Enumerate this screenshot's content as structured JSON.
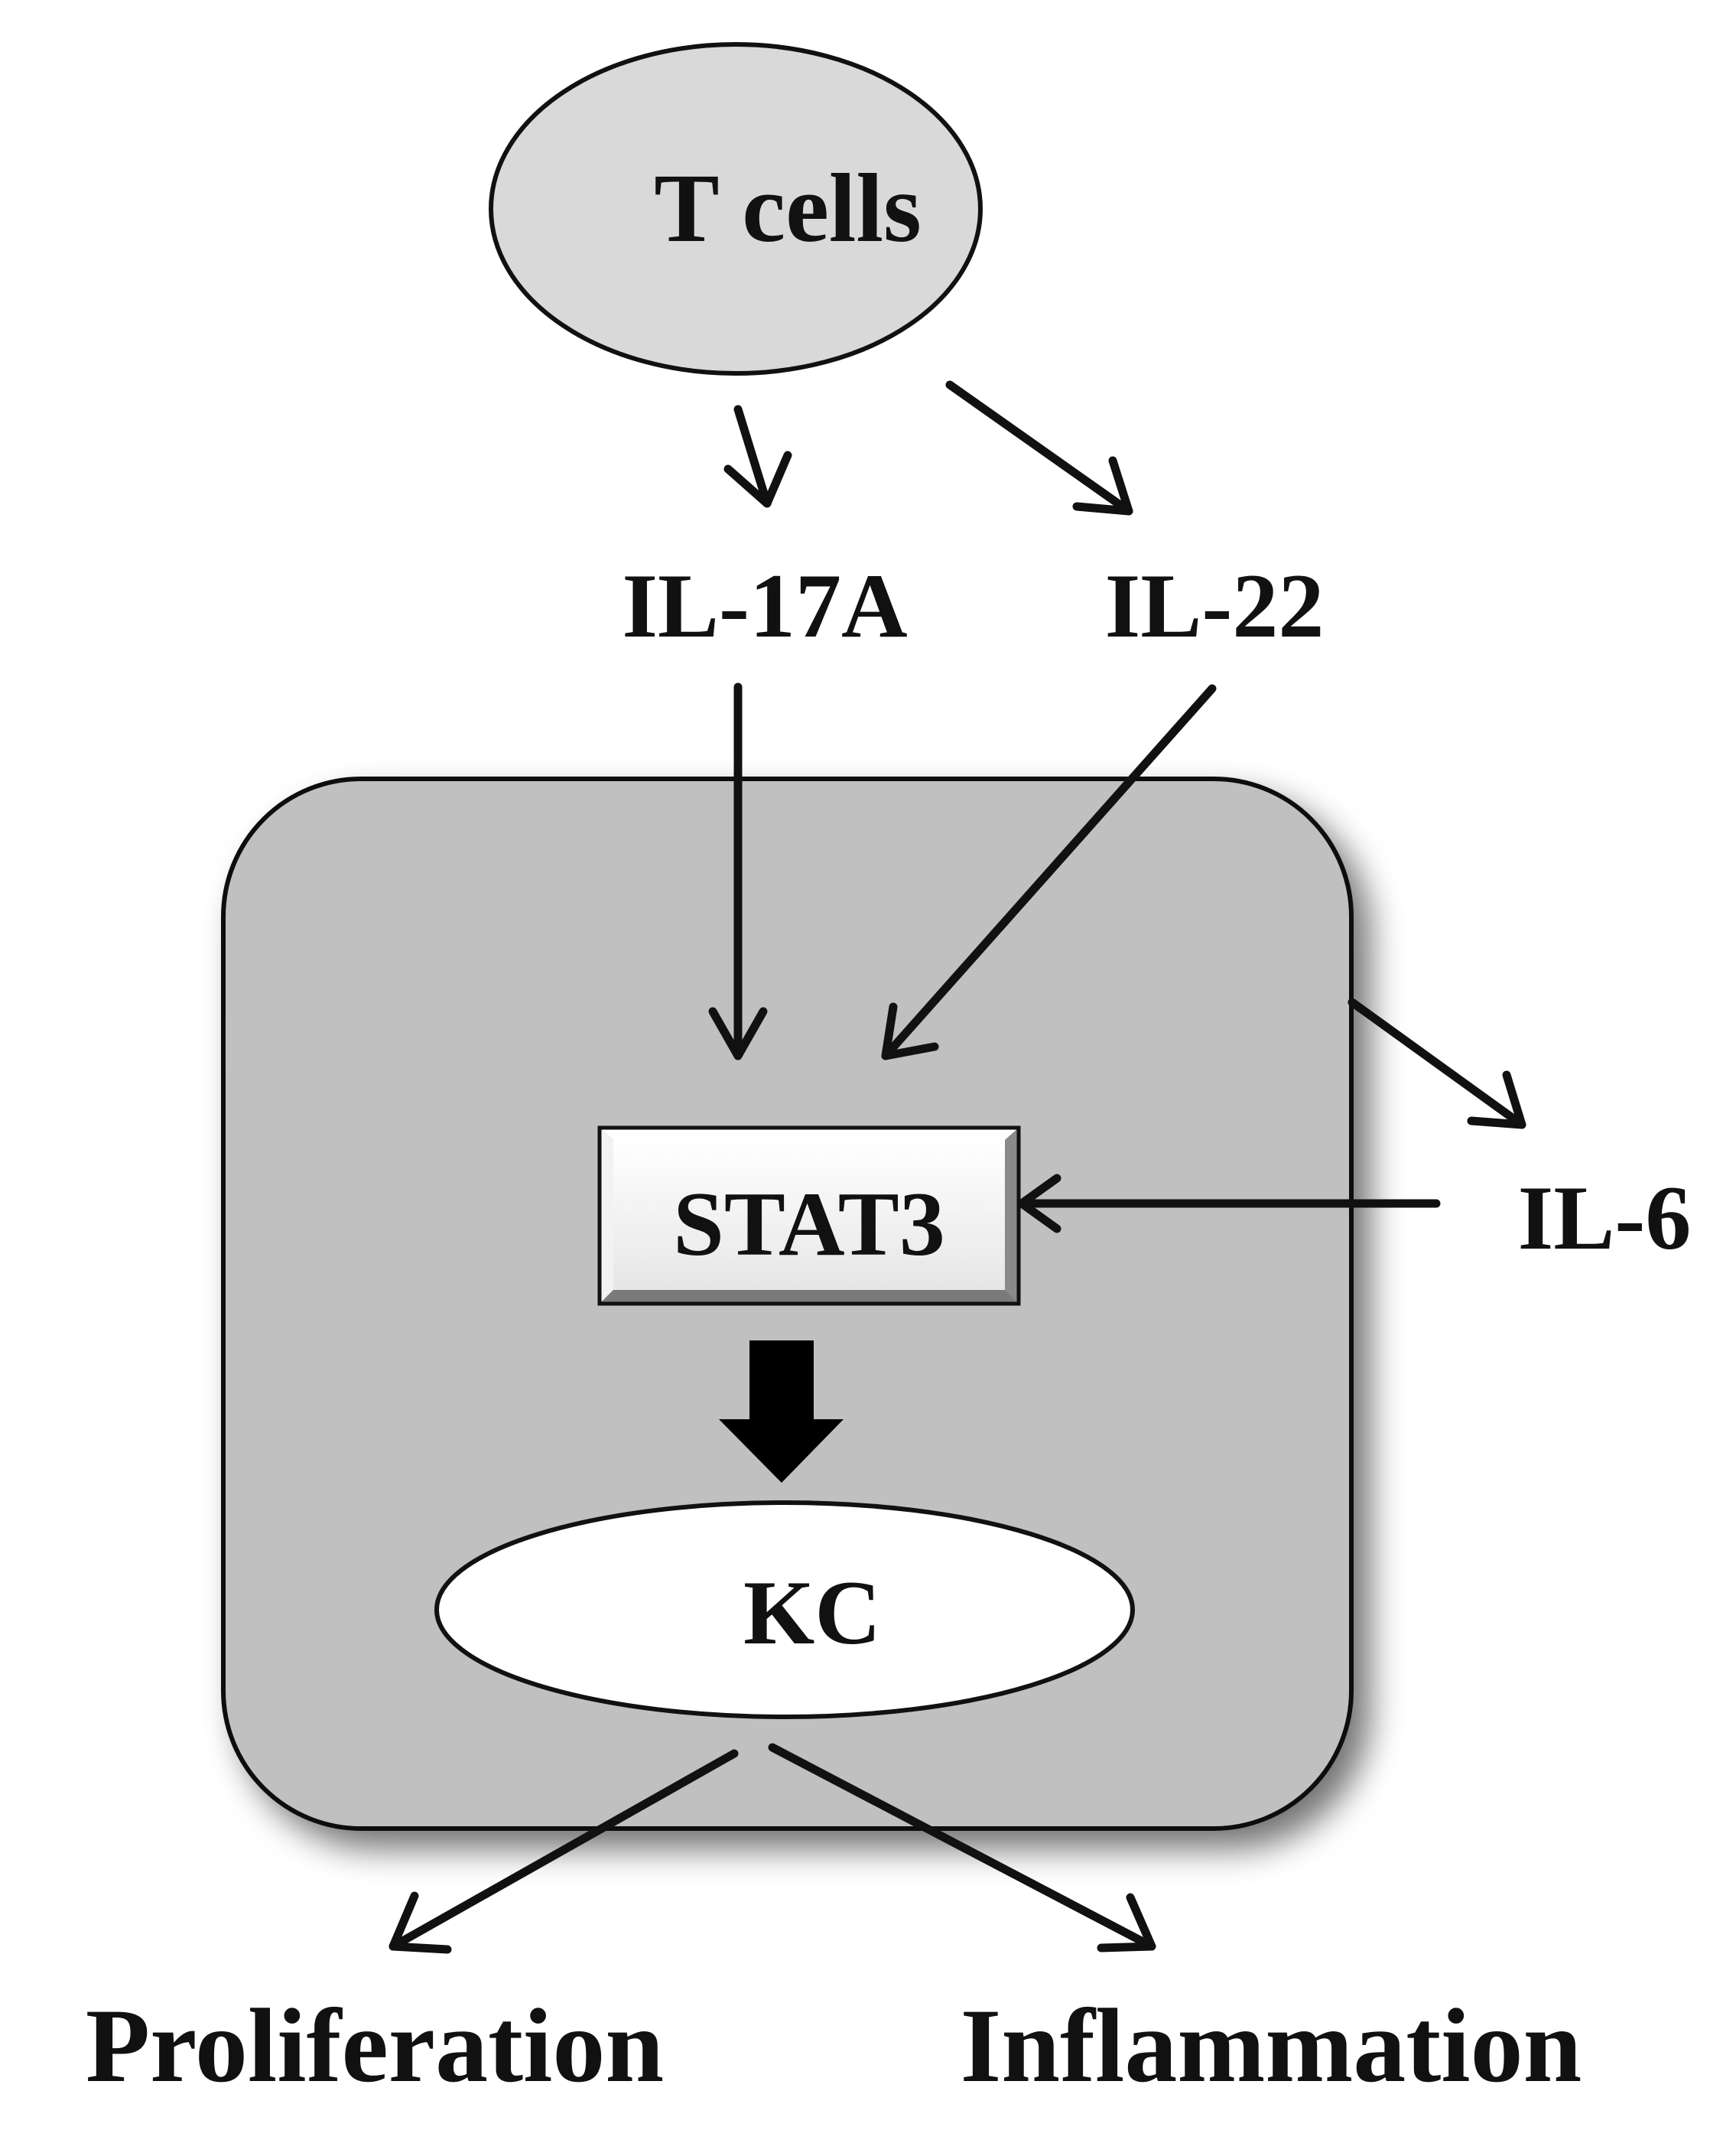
{
  "nodes": {
    "t_cells": "T cells",
    "il17a": "IL-17A",
    "il22": "IL-22",
    "il6": "IL-6",
    "stat3": "STAT3",
    "kc": "KC",
    "proliferation": "Proliferation",
    "inflammation": "Inflammation"
  },
  "colors": {
    "t_cells_fill": "#d9d9d9",
    "cell_fill": "#c0c0c0",
    "stroke": "#111111",
    "stat3_fill": "#ffffff",
    "kc_fill": "#ffffff"
  }
}
